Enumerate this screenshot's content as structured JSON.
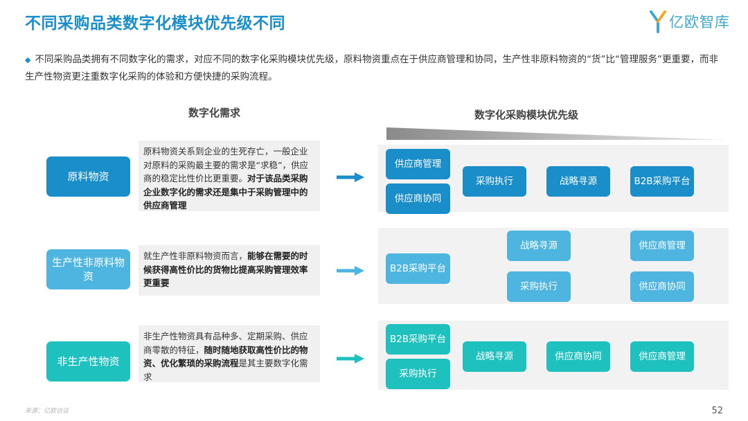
{
  "header": {
    "title": "不同采购品类数字化模块优先级不同",
    "logo_text": "亿欧智库"
  },
  "intro": {
    "text": "不同采购品类拥有不同数字化的需求，对应不同的数字化采购模块优先级，原料物资重点在于供应商管理和协同，生产性非原料物资的“货”比“管理服务”更重要，而非生产性物资更注重数字化采购的体验和方便快捷的采购流程。"
  },
  "columns": {
    "demand": "数字化需求",
    "priority": "数字化采购模块优先级"
  },
  "rows": [
    {
      "category": "原料物资",
      "desc_plain": "原料物资关系到企业的生死存亡，一般企业对原料的采购最主要的需求是“求稳”，供应商的稳定比性价比更重要。",
      "desc_bold": "对于该品类采购企业数字化的需求还是集中于采购管理中的供应商管理",
      "desc_tail": "",
      "modules": [
        "供应商管理",
        "供应商协同",
        "采购执行",
        "战略寻源",
        "B2B采购平台"
      ]
    },
    {
      "category": "生产性非原料物资",
      "desc_plain": "就生产性非原料物资而言，",
      "desc_bold": "能够在需要的时候获得高性价比的货物比提高采购管理效率更重要",
      "desc_tail": "",
      "modules": [
        "B2B采购平台",
        "战略寻源",
        "采购执行",
        "供应商管理",
        "供应商协同"
      ]
    },
    {
      "category": "非生产性物资",
      "desc_plain": "非生产性物资具有品种多、定期采购、供应商零散的特征，",
      "desc_bold": "随时随地获取高性价比的物资、优化繁琐的采购流程",
      "desc_tail": "是其主要数字化需求",
      "modules": [
        "B2B采购平台",
        "采购执行",
        "战略寻源",
        "供应商协同",
        "供应商管理"
      ]
    }
  ],
  "footer": {
    "source": "来源：亿欧访谈",
    "page": "52"
  },
  "colors": {
    "row1": "#1a8ec9",
    "row2": "#4db5df",
    "row3": "#1fc1bf",
    "title": "#1a8ec9"
  }
}
